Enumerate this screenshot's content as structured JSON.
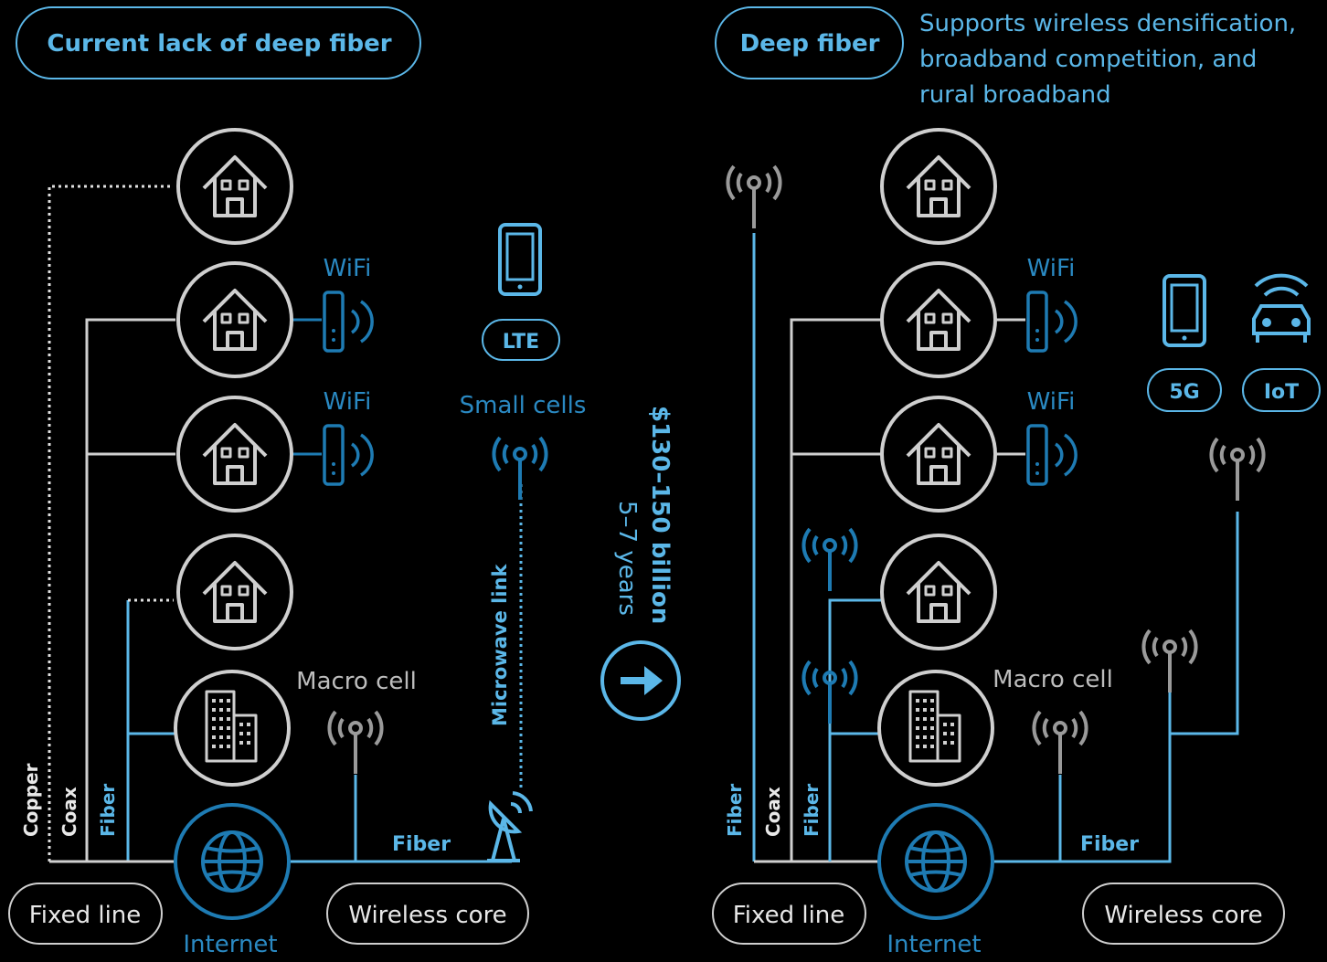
{
  "left": {
    "header": "Current lack of deep fiber",
    "wifi_1": "WiFi",
    "wifi_2": "WiFi",
    "lte": "LTE",
    "small_cells": "Small cells",
    "microwave": "Microwave link",
    "macro_cell": "Macro cell",
    "fiber_mid": "Fiber",
    "copper": "Copper",
    "coax": "Coax",
    "fiber_vert": "Fiber",
    "fixed_line": "Fixed line",
    "wireless_core": "Wireless core",
    "internet": "Internet"
  },
  "middle": {
    "cost": "$130–150 billion",
    "years": "5–7 years"
  },
  "right": {
    "header": "Deep fiber",
    "note_1": "Supports wireless densification,",
    "note_2": "broadband competition, and",
    "note_3": "rural broadband",
    "wifi_1": "WiFi",
    "wifi_2": "WiFi",
    "fiveg": "5G",
    "iot": "IoT",
    "macro_cell": "Macro cell",
    "fiber_mid": "Fiber",
    "fiber_a": "Fiber",
    "coax": "Coax",
    "fiber_b": "Fiber",
    "fixed_line": "Fixed line",
    "wireless_core": "Wireless core",
    "internet": "Internet"
  },
  "colors": {
    "accent": "#5bb7e8",
    "dark_accent": "#1e7bb3",
    "gray": "#cfcfcf",
    "background": "#000000"
  }
}
